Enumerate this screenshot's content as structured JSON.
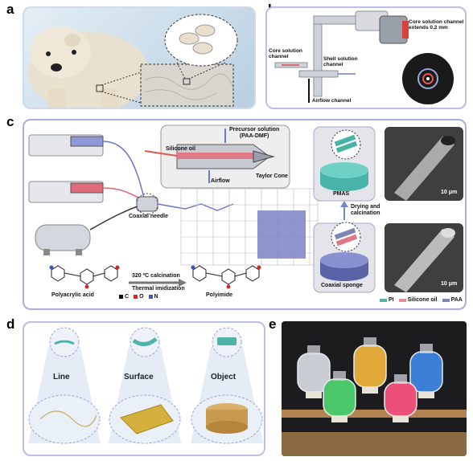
{
  "panels": {
    "a": {
      "letter": "a"
    },
    "b": {
      "letter": "b",
      "core_solution_channel_extends": "Core solution channel\nextends 0.2 mm",
      "core_solution_channel": "Core solution\nchannel",
      "shell_solution_channel": "Shell solution\nchannel",
      "airflow_channel": "Airflow channel"
    },
    "c": {
      "letter": "c",
      "precursor_solution": "Precursor solution\n(PAA-DMF)",
      "silicone_oil": "Silicone oil",
      "airflow": "Airflow",
      "taylor_cone": "Taylor Cone",
      "coaxial_needle": "Coaxial needle",
      "pmas": "PMAS",
      "drying_calcination": "Drying and\ncalcination",
      "coaxial_sponge": "Coaxial sponge",
      "scale_top": "10 μm",
      "scale_bottom": "10 μm",
      "calcination": "320 ºC calcination",
      "thermal_imidization": "Thermal imidization",
      "polyacrylic_acid": "Polyacrylic acid",
      "polyimide": "Polyimide",
      "atom_legend": [
        {
          "symbol": "C",
          "color": "#111111"
        },
        {
          "symbol": "O",
          "color": "#d22a2a"
        },
        {
          "symbol": "N",
          "color": "#3a55c8"
        }
      ],
      "material_legend": [
        {
          "name": "PI",
          "color": "#4fb3aa"
        },
        {
          "name": "Silicone oil",
          "color": "#e58a9a"
        },
        {
          "name": "PAA",
          "color": "#7c84b8"
        }
      ]
    },
    "d": {
      "letter": "d",
      "line": "Line",
      "surface": "Surface",
      "object": "Object"
    },
    "e": {
      "letter": "e",
      "jar_colors": [
        "#c9ccd2",
        "#e0a93a",
        "#3b7fd6",
        "#4cc76a",
        "#ec4f78"
      ]
    }
  }
}
